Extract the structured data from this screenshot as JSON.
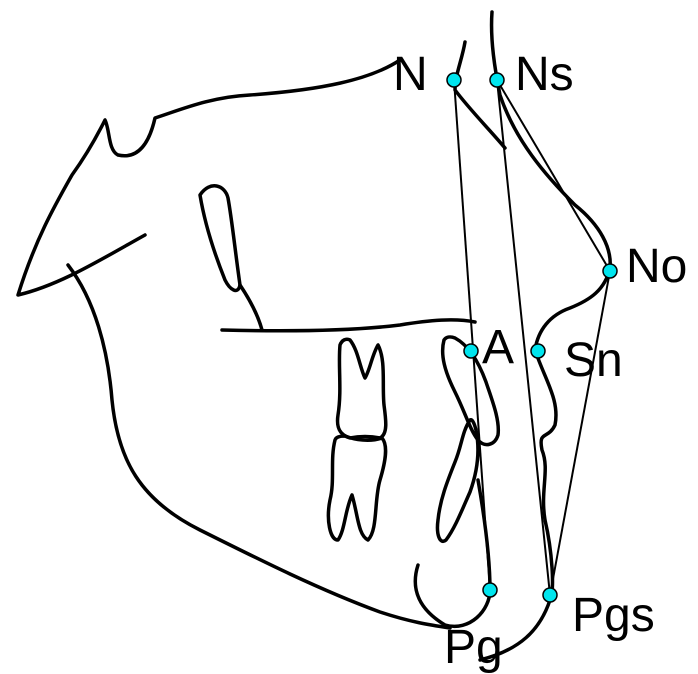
{
  "landmarks": {
    "N": {
      "label": "N"
    },
    "Ns": {
      "label": "Ns"
    },
    "No": {
      "label": "No"
    },
    "A": {
      "label": "A"
    },
    "Sn": {
      "label": "Sn"
    },
    "Pg": {
      "label": "Pg"
    },
    "Pgs": {
      "label": "Pgs"
    }
  },
  "colors": {
    "landmark_fill": "#00e5ee",
    "line": "#000000",
    "background": "#ffffff"
  }
}
